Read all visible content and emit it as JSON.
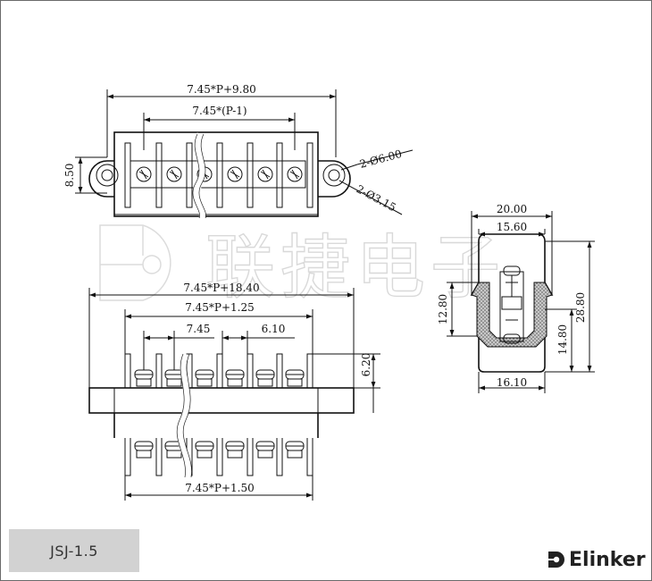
{
  "watermark": {
    "text": "联捷电子"
  },
  "dimensions": {
    "top_overall": "7.45*P+9.80",
    "top_pitch_span": "7.45*(P-1)",
    "top_height": "8.50",
    "mount_hole_outer": "2-Ø6.00",
    "mount_hole_inner": "2-Ø3.15",
    "front_overall": "7.45*P+18.40",
    "front_pin_span": "7.45*P+1.25",
    "pitch": "7.45",
    "pin_spacing": "6.10",
    "pin_height": "6.20",
    "bottom_span": "7.45*P+1.50",
    "side_top_width": "20.00",
    "side_inner_width": "15.60",
    "side_base_width": "16.10",
    "side_left_height": "12.80",
    "side_right_height": "14.80",
    "side_total_height": "28.80"
  },
  "footer": {
    "model": "JSJ-1.5",
    "brand": "Elinker"
  }
}
